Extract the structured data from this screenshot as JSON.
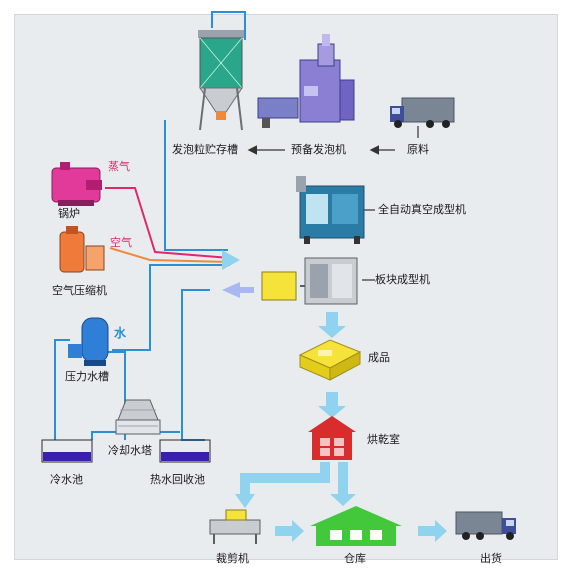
{
  "labels": {
    "foam_storage": "发泡粒贮存槽",
    "pre_foamer": "预备发泡机",
    "raw_material": "原料",
    "auto_vacuum": "全自动真空成型机",
    "boiler": "锅炉",
    "steam": "蒸气",
    "air": "空气",
    "air_compressor": "空气压缩机",
    "block_molding": "板块成型机",
    "water": "水",
    "pressure_tank": "压力水槽",
    "product": "成品",
    "cooling_tower": "冷却水塔",
    "drying_room": "烘乾室",
    "cold_pool": "冷水池",
    "hot_pool": "热水回收池",
    "cutter": "裁剪机",
    "warehouse": "仓库",
    "shipping": "出货"
  },
  "colors": {
    "steam_line": "#e0286a",
    "air_line": "#f08a3a",
    "water_line": "#2c8fd6",
    "flow_arrow": "#8fd3ee",
    "warehouse": "#42c83a",
    "product": "#f5e33a",
    "drying_room": "#d92d2d",
    "pool": "#3a1fb0",
    "boiler": "#e23a9a",
    "compressor": "#f07a3a",
    "tank": "#2f7fd6"
  }
}
